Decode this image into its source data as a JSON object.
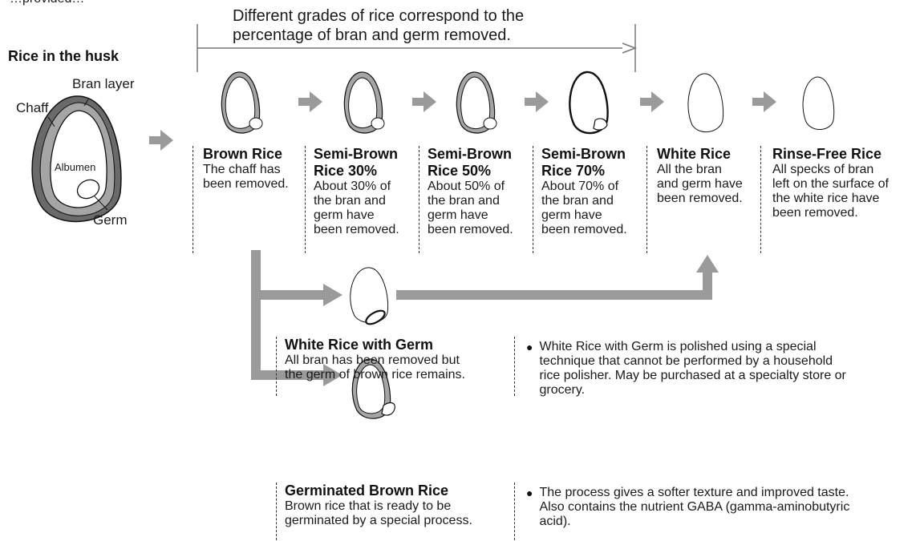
{
  "heading_partial": "…provided…",
  "range_caption": "Different grades of rice correspond to the\npercentage of bran and germ removed.",
  "husk": {
    "title": "Rice in the husk",
    "labels": {
      "bran": "Bran layer",
      "chaff": "Chaff",
      "albumen": "Albumen",
      "germ": "Germ"
    }
  },
  "grades": [
    {
      "title": "Brown Rice",
      "desc": "The chaff has\nbeen removed."
    },
    {
      "title": "Semi-Brown\nRice 30%",
      "desc": "About 30% of\nthe bran and\ngerm have\nbeen removed."
    },
    {
      "title": "Semi-Brown\nRice 50%",
      "desc": "About 50% of\nthe bran and\ngerm have\nbeen removed."
    },
    {
      "title": "Semi-Brown\nRice 70%",
      "desc": "About 70% of\nthe bran and\ngerm have\nbeen removed."
    },
    {
      "title": "White Rice",
      "desc": "All the bran\nand germ have\nbeen removed."
    },
    {
      "title": "Rinse-Free Rice",
      "desc": "All specks of bran\nleft on the surface of\nthe white rice have\nbeen removed."
    }
  ],
  "germ_rice": {
    "title": "White Rice with Germ",
    "desc": "All bran has been removed but\nthe germ of brown rice remains.",
    "note": "White Rice with Germ is polished using a special\ntechnique that cannot be performed by a household\nrice polisher. May be purchased at a specialty store or\ngrocery."
  },
  "germinated": {
    "title": "Germinated Brown Rice",
    "desc": "Brown rice that is ready to be\ngerminated by a special process.",
    "note": "The process gives a softer texture and improved taste.\nAlso contains the nutrient GABA (gamma-aminobutyric\nacid)."
  },
  "colors": {
    "arrow": "#9a9a9a",
    "bran": "#9a9a9a",
    "chaff": "#6a6a6a",
    "line": "#333333"
  }
}
